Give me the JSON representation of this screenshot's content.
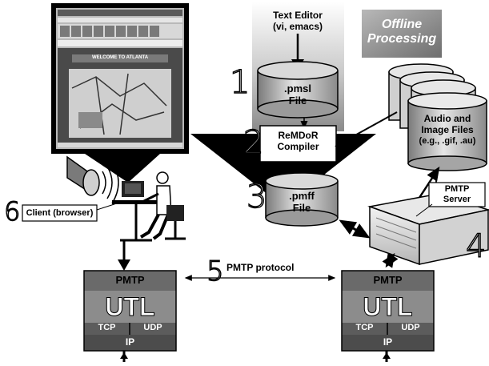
{
  "offline_banner": {
    "line1": "Offline",
    "line2": "Processing"
  },
  "text_editor": {
    "line1": "Text Editor",
    "line2": "(vi, emacs)"
  },
  "pmsl_file": {
    "line1": ".pmsl",
    "line2": "File"
  },
  "compiler": {
    "line1": "ReMDoR",
    "line2": "Compiler"
  },
  "pmff_file": {
    "line1": ".pmff",
    "line2": "File"
  },
  "media_files": {
    "line1": "Audio and",
    "line2": "Image Files",
    "line3": "(e.g., .gif, .au)"
  },
  "pmtp_server": {
    "line1": "PMTP",
    "line2": "Server"
  },
  "client_label": "Client (browser)",
  "protocol_label": "PMTP protocol",
  "browser_window": {
    "title": "WELCOME TO ATLANTA"
  },
  "steps": [
    "1",
    "2",
    "3",
    "4",
    "5",
    "6"
  ],
  "stack_left": {
    "top": "PMTP",
    "mid": "UTL",
    "tcp": "TCP",
    "udp": "UDP",
    "ip": "IP"
  },
  "stack_right": {
    "top": "PMTP",
    "mid": "UTL",
    "tcp": "TCP",
    "udp": "UDP",
    "ip": "IP"
  },
  "colors": {
    "banner": "#8a8a8a",
    "stack_dark": "#5a5a5a",
    "stack_mid": "#8c8c8c",
    "ink": "#000000"
  }
}
